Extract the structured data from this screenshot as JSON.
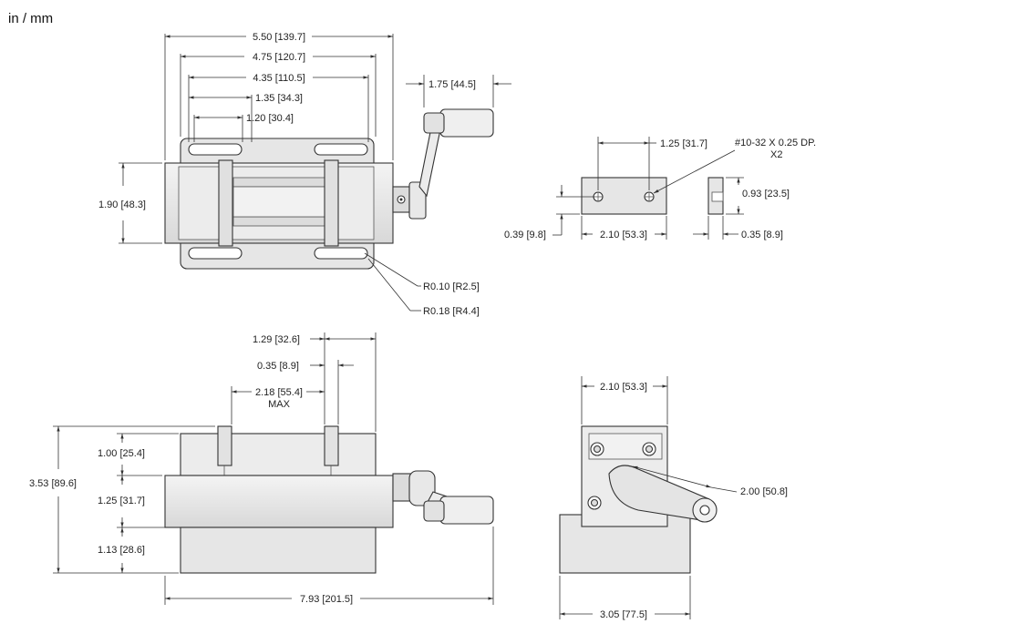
{
  "units_label": "in / mm",
  "top_view": {
    "width_overall": "5.50 [139.7]",
    "slot_outer": "4.75 [120.7]",
    "slot_inner": "4.35 [110.5]",
    "slot_len_outer": "1.35 [34.3]",
    "slot_len_inner": "1.20 [30.4]",
    "handle_len": "1.75 [44.5]",
    "height": "1.90 [48.3]",
    "radius_small": "R0.10 [R2.5]",
    "radius_large": "R0.18 [R4.4]"
  },
  "jaw_detail": {
    "hole_spacing": "1.25 [31.7]",
    "thread": "#10-32 X 0.25 DP.",
    "thread_qty": "X2",
    "height": "0.93 [23.5]",
    "hole_offset": "0.39 [9.8]",
    "length": "2.10 [53.3]",
    "thickness": "0.35 [8.9]"
  },
  "front_view": {
    "jaw_spacing": "1.29 [32.6]",
    "jaw_width": "0.35 [8.9]",
    "max_opening": "2.18 [55.4]",
    "max_label": "MAX",
    "total_height": "3.53 [89.6]",
    "h_top": "1.00 [25.4]",
    "h_mid": "1.25 [31.7]",
    "h_base": "1.13 [28.6]",
    "length_overall": "7.93 [201.5]"
  },
  "side_view": {
    "width": "2.10 [53.3]",
    "handle": "2.00 [50.8]",
    "base_width": "3.05 [77.5]"
  }
}
